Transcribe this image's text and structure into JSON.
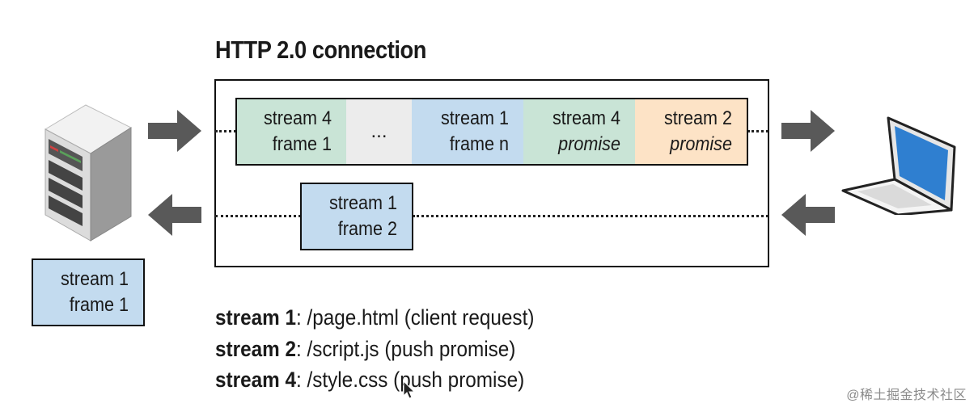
{
  "title": "HTTP 2.0 connection",
  "top_row": [
    {
      "line1": "stream 4",
      "line2": "frame 1"
    },
    {
      "ellipsis": "..."
    },
    {
      "line1": "stream 1",
      "line2": "frame n"
    },
    {
      "line1": "stream 4",
      "line2": "promise"
    },
    {
      "line1": "stream 2",
      "line2": "promise"
    }
  ],
  "bottom_frame": {
    "line1": "stream 1",
    "line2": "frame 2"
  },
  "server_frame": {
    "line1": "stream 1",
    "line2": "frame 1"
  },
  "legend": [
    {
      "key": "stream 1",
      "text": ": /page.html  (client request)"
    },
    {
      "key": "stream 2",
      "text": ": /script.js  (push promise)"
    },
    {
      "key": "stream 4",
      "text": ": /style.css  (push promise)"
    }
  ],
  "watermark": "@稀土掘金技术社区",
  "colors": {
    "green": "#c9e4d6",
    "blue": "#c3dbef",
    "orange": "#fde3c6",
    "grey": "#ececec",
    "arrow": "#595959"
  },
  "icons": [
    "server-icon",
    "laptop-icon",
    "arrow-right-icon",
    "arrow-left-icon",
    "cursor-icon"
  ]
}
